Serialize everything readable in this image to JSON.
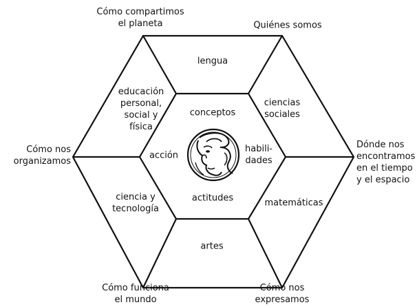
{
  "colors": {
    "stroke": "#111111",
    "background": "#ffffff"
  },
  "outer_corners": {
    "top_left": "Cómo compartimos\nel planeta",
    "top_right": "Quiénes somos",
    "right": "Dónde nos\nencontramos\nen el tiempo\ny el espacio",
    "bottom_right": "Cómo nos\nexpresamos",
    "bottom_left": "Cómo funciona\nel mundo",
    "left": "Cómo nos\norganizamos"
  },
  "subjects": {
    "top": "lengua",
    "upper_right": "ciencias\nsociales",
    "lower_right": "matemáticas",
    "bottom": "artes",
    "lower_left": "ciencia y\ntecnología",
    "upper_left": "educación\npersonal,\nsocial y\nfísica"
  },
  "elements": {
    "top": "conceptos",
    "right": "habili-\ndades",
    "bottom": "actitudes",
    "left": "acción"
  },
  "center_icon": "face-profile-logo-icon"
}
